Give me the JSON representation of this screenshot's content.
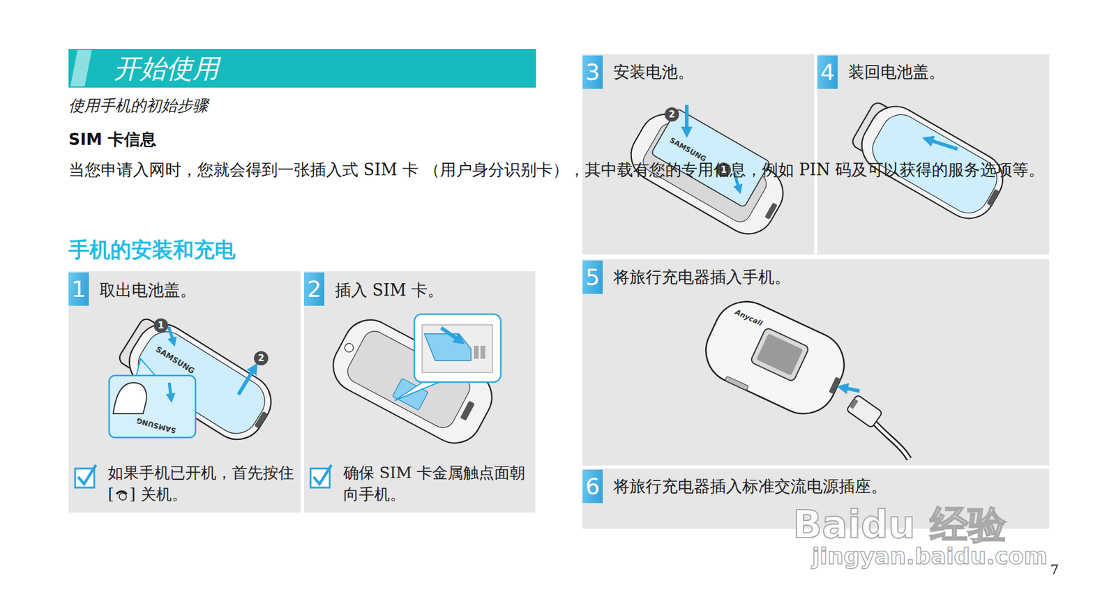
{
  "diagram": {
    "nodes": [
      {
        "text": [
          "开始使用"
        ]
      },
      {
        "text": [
          "1",
          "取出电池盖。",
          "如果手机已开机，首先按住 [",
          "] 关机。"
        ]
      },
      {
        "text": [
          "2",
          "插入 SIM 卡。",
          "确保 SIM 卡金属触点面朝向手机。"
        ]
      },
      {
        "text": [
          "3",
          "安装电池。"
        ]
      },
      {
        "text": [
          "4",
          "装回电池盖。"
        ]
      },
      {
        "text": [
          "5",
          "将旅行充电器插入手机。"
        ]
      },
      {
        "text": [
          "6",
          "将旅行充电器插入标准交流电源插座。"
        ]
      }
    ],
    "labels": [
      "使用手机的初始步骤",
      "SIM 卡信息",
      "当您申请入网时，您就会得到一张插入式 SIM 卡 （用户身分识别卡），其中载有您的专用信息，例如 PIN 码及可以获得的服务选项等。",
      "手机的安装和充电",
      "1",
      "2",
      "SAMSUNG",
      "SAMSUNG",
      "2",
      "1",
      "SAMSUNG",
      "Anycall",
      "Baidu",
      "经验",
      "jingyan.baidu.com",
      "7"
    ]
  }
}
